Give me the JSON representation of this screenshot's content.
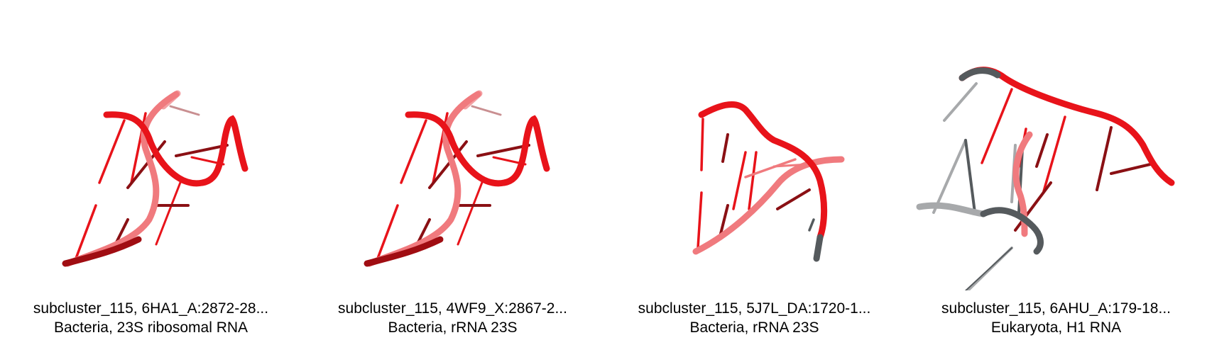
{
  "panels": [
    {
      "label": "subcluster_115, 6HA1_A:2872-28...",
      "organism": "Bacteria, 23S ribosomal RNA"
    },
    {
      "label": "subcluster_115, 4WF9_X:2867-2...",
      "organism": "Bacteria, rRNA 23S"
    },
    {
      "label": "subcluster_115, 5J7L_DA:1720-1...",
      "organism": "Bacteria, rRNA 23S"
    },
    {
      "label": "subcluster_115, 6AHU_A:179-18...",
      "organism": "Eukaryota, H1 RNA"
    }
  ],
  "colors": {
    "backbone": "#e8131a",
    "backbone_dark": "#a00d12",
    "backbone_faded": "#f07a7e",
    "grey": "#555a5d",
    "grey_light": "#a7a9ab",
    "background": "#ffffff"
  }
}
